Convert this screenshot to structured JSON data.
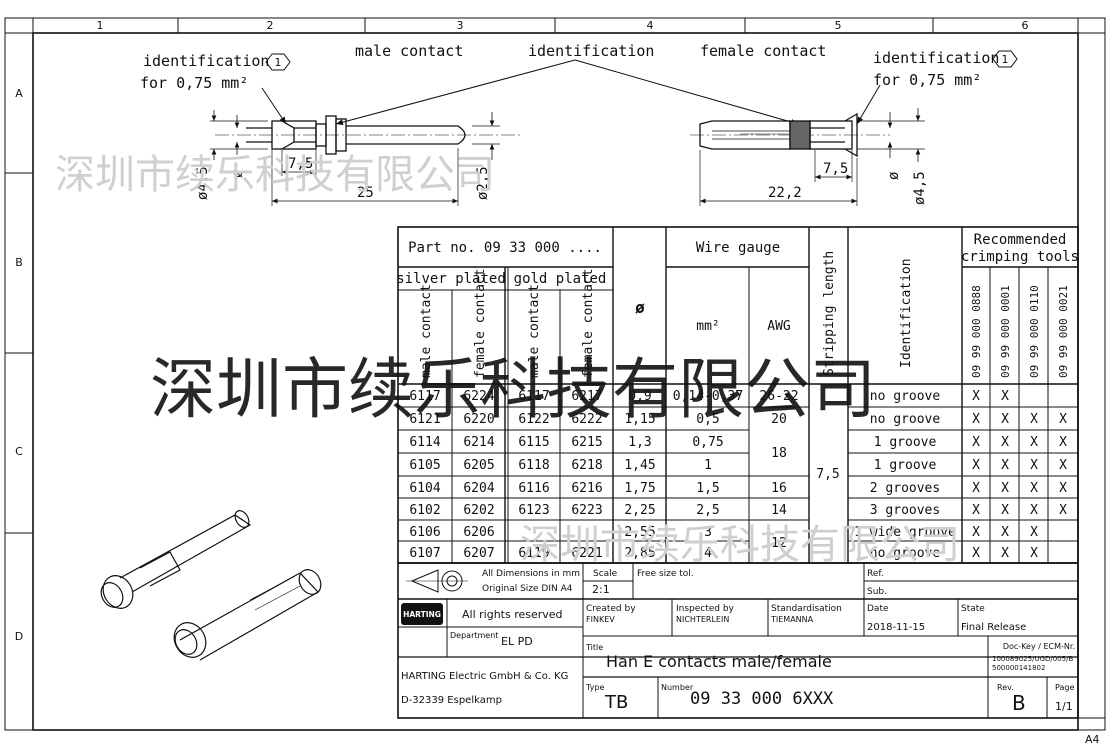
{
  "frame": {
    "col_numbers": [
      "1",
      "2",
      "3",
      "4",
      "5",
      "6"
    ],
    "row_letters": [
      "A",
      "B",
      "C",
      "D"
    ],
    "sheet_size": "A4"
  },
  "drawing": {
    "label_male": "male contact",
    "label_identification": "identification",
    "label_female": "female contact",
    "left_id_line1": "identification",
    "left_id_line2": "for 0,75 mm²",
    "right_id_line1": "identification",
    "right_id_line2": "for 0,75 mm²",
    "callout_number": "1",
    "dim_7_5_left": "7,5",
    "dim_25": "25",
    "dim_d45_left": "ø4,5",
    "dim_d_left": "ø",
    "dim_d25": "ø2,5",
    "dim_7_5_right": "7,5",
    "dim_22_2": "22,2",
    "dim_d_right": "ø",
    "dim_d45_right": "ø4,5"
  },
  "watermark": {
    "text": "深圳市续乐科技有限公司"
  },
  "table": {
    "h_partno": "Part no. 09 33 000 ....",
    "h_silver": "silver plated",
    "h_gold": "gold plated",
    "h_male": "male contact",
    "h_female": "female contact",
    "h_dia": "ø",
    "h_wire": "Wire gauge",
    "h_mm2": "mm²",
    "h_awg": "AWG",
    "h_strip": "Stripping length",
    "h_ident": "Identification",
    "h_tools": "Recommended",
    "h_tools2": "crimping tools",
    "tool_codes": [
      "09 99 000 0888",
      "09 99 000 0001",
      "09 99 000 0110",
      "09 99 000 0021"
    ],
    "strip_value": "7,5",
    "rows": [
      {
        "sm": "6117",
        "sf": "6224",
        "gm": "6117",
        "gf": "6217",
        "d": "0,9",
        "mm2": "0,14-0,37",
        "awg": "26-22",
        "id": "no groove",
        "t": [
          "X",
          "X",
          "",
          ""
        ]
      },
      {
        "sm": "6121",
        "sf": "6220",
        "gm": "6122",
        "gf": "6222",
        "d": "1,15",
        "mm2": "0,5",
        "awg": "20",
        "id": "no groove",
        "t": [
          "X",
          "X",
          "X",
          "X"
        ]
      },
      {
        "sm": "6114",
        "sf": "6214",
        "gm": "6115",
        "gf": "6215",
        "d": "1,3",
        "mm2": "0,75",
        "awg": "18",
        "id": "1 groove",
        "t": [
          "X",
          "X",
          "X",
          "X"
        ]
      },
      {
        "sm": "6105",
        "sf": "6205",
        "gm": "6118",
        "gf": "6218",
        "d": "1,45",
        "mm2": "1",
        "awg": "",
        "id": "1 groove",
        "t": [
          "X",
          "X",
          "X",
          "X"
        ]
      },
      {
        "sm": "6104",
        "sf": "6204",
        "gm": "6116",
        "gf": "6216",
        "d": "1,75",
        "mm2": "1,5",
        "awg": "16",
        "id": "2 grooves",
        "t": [
          "X",
          "X",
          "X",
          "X"
        ]
      },
      {
        "sm": "6102",
        "sf": "6202",
        "gm": "6123",
        "gf": "6223",
        "d": "2,25",
        "mm2": "2,5",
        "awg": "14",
        "id": "3 grooves",
        "t": [
          "X",
          "X",
          "X",
          "X"
        ]
      },
      {
        "sm": "6106",
        "sf": "6206",
        "gm": "",
        "gf": "",
        "d": "2,55",
        "mm2": "3",
        "awg": "12",
        "id": "1 wide groove",
        "t": [
          "X",
          "X",
          "X",
          ""
        ]
      },
      {
        "sm": "6107",
        "sf": "6207",
        "gm": "6119",
        "gf": "6221",
        "d": "2,85",
        "mm2": "4",
        "awg": "",
        "id": "no groove",
        "t": [
          "X",
          "X",
          "X",
          ""
        ]
      }
    ]
  },
  "title_block": {
    "dims_line1": "All Dimensions in mm",
    "dims_line2": "Original Size DIN A4",
    "scale_label": "Scale",
    "scale_value": "2:1",
    "tol": "Free size tol.",
    "ref_label": "Ref.",
    "sub_label": "Sub.",
    "rights": "All rights reserved",
    "logo": "HARTING",
    "dept_label": "Department",
    "dept_value": "EL PD",
    "created_label": "Created by",
    "created_value": "FINKEV",
    "inspected_label": "Inspected by",
    "inspected_value": "NICHTERLEIN",
    "std_label": "Standardisation",
    "std_value": "TIEMANNA",
    "date_label": "Date",
    "date_value": "2018-11-15",
    "state_label": "State",
    "state_value": "Final Release",
    "company1": "HARTING Electric GmbH & Co. KG",
    "company2": "D-32339 Espelkamp",
    "title_label": "Title",
    "title_value": "Han E contacts male/female",
    "doc_key1": "Doc-Key / ECM-Nr.",
    "doc_key2": "100089025/UGD/005/B",
    "doc_key3": "500000141802",
    "type_label": "Type",
    "type_value": "TB",
    "number_label": "Number",
    "number_value": "09 33 000 6XXX",
    "rev_label": "Rev.",
    "rev_value": "B",
    "page_label": "Page",
    "page_value": "1/1"
  }
}
